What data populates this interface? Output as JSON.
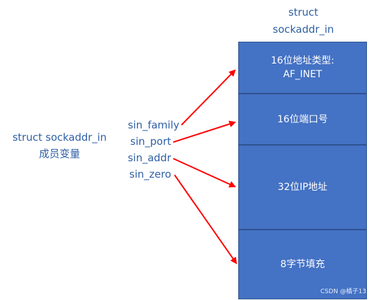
{
  "struct_title": {
    "line1": "struct",
    "line2": "sockaddr_in"
  },
  "members_title": {
    "line1": "struct sockaddr_in",
    "line2": "成员变量"
  },
  "fields": [
    "sin_family",
    "sin_port",
    "sin_addr",
    "sin_zero"
  ],
  "blocks": [
    {
      "line1": "16位地址类型:",
      "line2": "AF_INET"
    },
    {
      "line1": "16位端口号"
    },
    {
      "line1": "32位IP地址"
    },
    {
      "line1": "8字节填充"
    }
  ],
  "watermark": "CSDN @橘子13",
  "colors": {
    "block_fill": "#4472c4",
    "label_text": "#2e5fa6",
    "arrow": "#ff0000"
  }
}
